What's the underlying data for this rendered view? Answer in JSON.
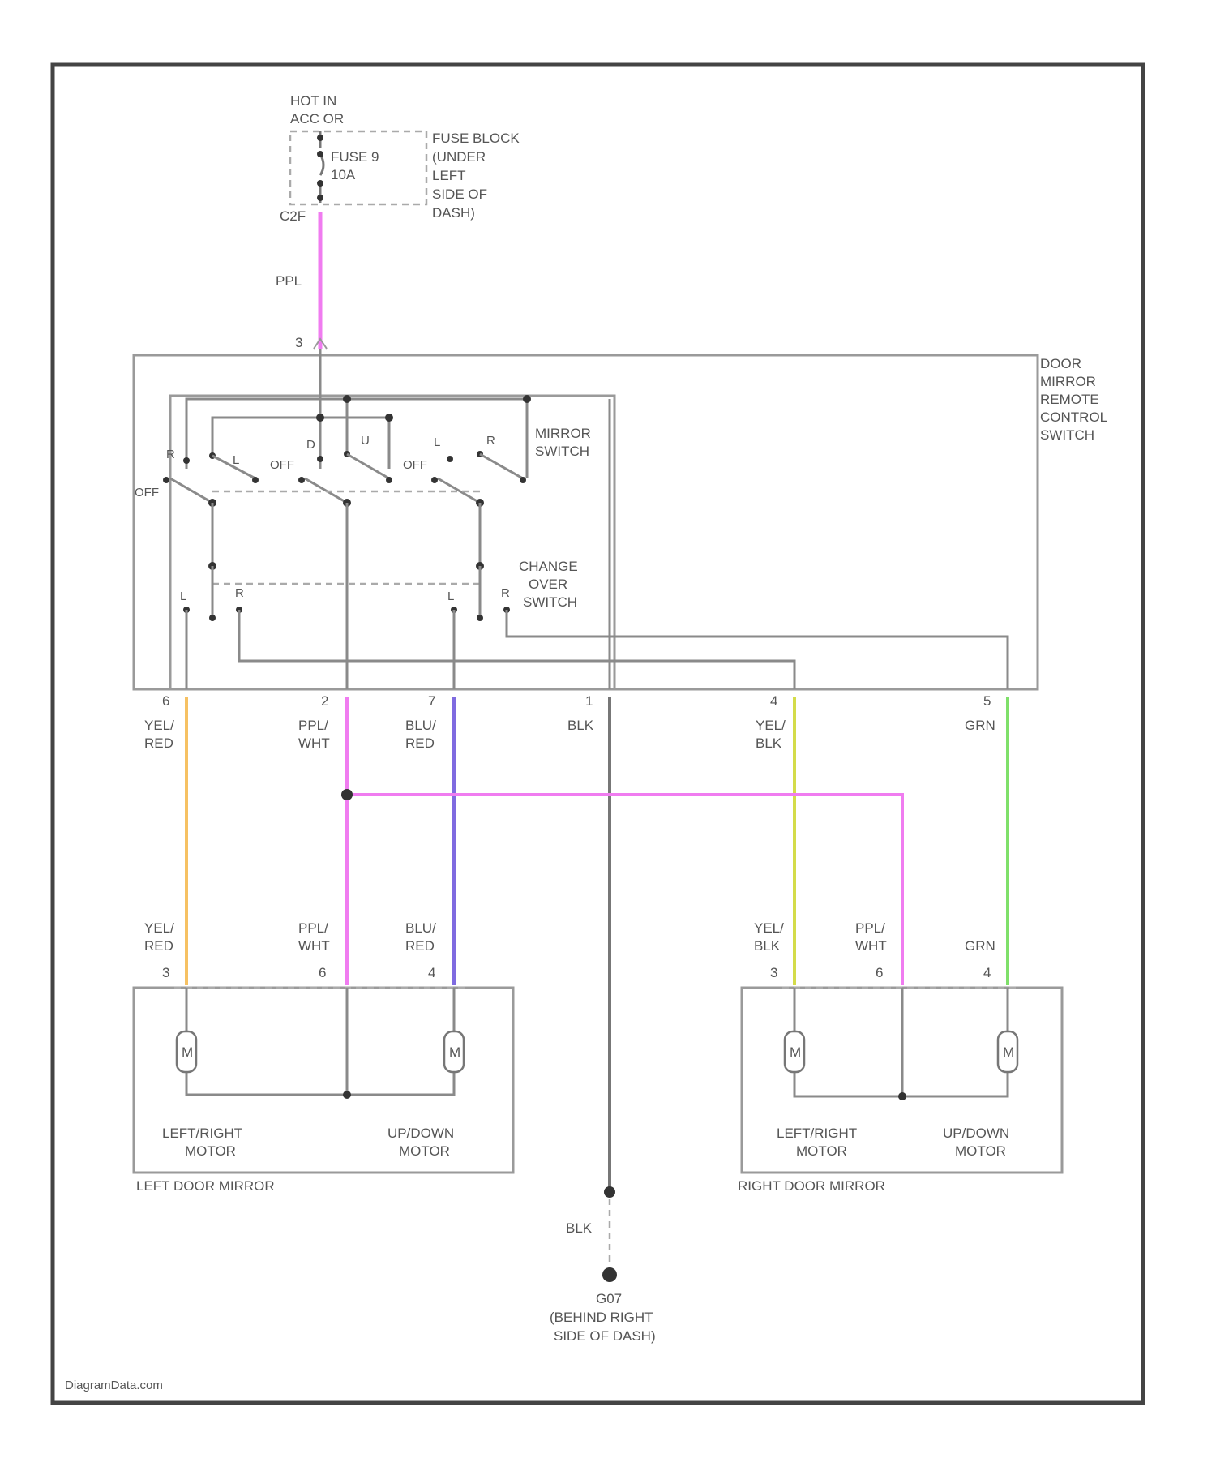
{
  "power": {
    "hot_label": [
      "HOT IN",
      "ACC OR"
    ],
    "fuse_name": "FUSE 9",
    "fuse_rating": "10A",
    "fuse_block": [
      "FUSE BLOCK",
      "(UNDER",
      "LEFT",
      "SIDE OF",
      "DASH)"
    ],
    "connector": "C2F",
    "wire_color": "PPL"
  },
  "switch_assembly": {
    "name": [
      "DOOR",
      "MIRROR",
      "REMOTE",
      "CONTROL",
      "SWITCH"
    ],
    "mirror_switch": [
      "MIRROR",
      "SWITCH"
    ],
    "change_over_switch": [
      "CHANGE",
      "OVER",
      "SWITCH"
    ],
    "off_label": "OFF",
    "input_pin": "3",
    "contact_labels": [
      "R",
      "L",
      "D",
      "U",
      "L",
      "R"
    ],
    "pins": [
      {
        "pin": "6",
        "wire": [
          "YEL/",
          "RED"
        ],
        "color": "#f6c163"
      },
      {
        "pin": "2",
        "wire": [
          "PPL/",
          "WHT"
        ],
        "color": "#f07cf0"
      },
      {
        "pin": "7",
        "wire": [
          "BLU/",
          "RED"
        ],
        "color": "#7f6be0"
      },
      {
        "pin": "1",
        "wire": [
          "BLK"
        ],
        "color": "#777777"
      },
      {
        "pin": "4",
        "wire": [
          "YEL/",
          "BLK"
        ],
        "color": "#d4dc4a"
      },
      {
        "pin": "5",
        "wire": [
          "GRN"
        ],
        "color": "#7fe06a"
      }
    ]
  },
  "left_mirror": {
    "name": "LEFT DOOR MIRROR",
    "pins": [
      {
        "pin": "3",
        "wire": [
          "YEL/",
          "RED"
        ]
      },
      {
        "pin": "6",
        "wire": [
          "PPL/",
          "WHT"
        ]
      },
      {
        "pin": "4",
        "wire": [
          "BLU/",
          "RED"
        ]
      }
    ],
    "motor1": [
      "LEFT/RIGHT",
      "MOTOR"
    ],
    "motor2": [
      "UP/DOWN",
      "MOTOR"
    ],
    "motor_symbol": "M"
  },
  "right_mirror": {
    "name": "RIGHT DOOR MIRROR",
    "pins": [
      {
        "pin": "3",
        "wire": [
          "YEL/",
          "BLK"
        ]
      },
      {
        "pin": "6",
        "wire": [
          "PPL/",
          "WHT"
        ]
      },
      {
        "pin": "4",
        "wire": [
          "GRN"
        ]
      }
    ],
    "motor1": [
      "LEFT/RIGHT",
      "MOTOR"
    ],
    "motor2": [
      "UP/DOWN",
      "MOTOR"
    ],
    "motor_symbol": "M"
  },
  "ground": {
    "wire_color": "BLK",
    "name": [
      "G07",
      "(BEHIND RIGHT",
      "SIDE OF DASH)"
    ]
  },
  "watermark": "DiagramData.com"
}
